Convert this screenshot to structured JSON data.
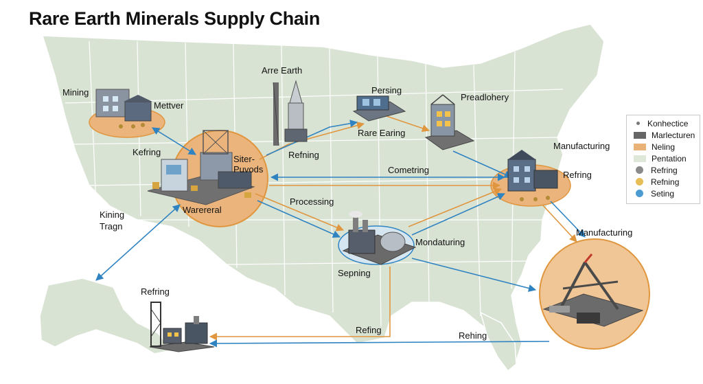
{
  "title": "Rare Earth Minerals Supply Chain",
  "colors": {
    "land": "#d9e3d4",
    "land_stroke": "#ffffff",
    "orange_route": "#e0963e",
    "blue_route": "#2f83c1",
    "hub_fill": "#eab47c",
    "hub_stroke": "#e0963e"
  },
  "labels": {
    "mining": "Mining",
    "mettver": "Mettver",
    "arre_earth": "Arre Earth",
    "persing": "Persing",
    "preadlohery": "Preadlohery",
    "kefring": "Kefring",
    "siter_puvods": "Siter-\nPuvods",
    "refning_top": "Refning",
    "rare_earing": "Rare Earing",
    "manufacturing_ne": "Manufacturing",
    "refring_east": "Refring",
    "cometring": "Cometring",
    "processing": "Processing",
    "warereral": "Warereral",
    "kining_tragn": "Kining\nTragn",
    "mondaturing": "Mondaturing",
    "manufacturing_se": "Manufacturing",
    "sepning": "Sepning",
    "refring_ak": "Refring",
    "refing": "Refing",
    "rehing": "Rehing"
  },
  "legend": {
    "items": [
      {
        "label": "Konhectice",
        "swatch": "dot",
        "color": "#777777"
      },
      {
        "label": "Marlecturen",
        "swatch": "bar",
        "color": "#666666"
      },
      {
        "label": "Neling",
        "swatch": "bar",
        "color": "#e9b276"
      },
      {
        "label": "Pentation",
        "swatch": "bar",
        "color": "#dfe7d9"
      },
      {
        "label": "Refring",
        "swatch": "circle",
        "color": "#8a8a8a"
      },
      {
        "label": "Refning",
        "swatch": "circle",
        "color": "#e7bd55"
      },
      {
        "label": "Seting",
        "swatch": "circle",
        "color": "#4a9bd2"
      }
    ]
  }
}
